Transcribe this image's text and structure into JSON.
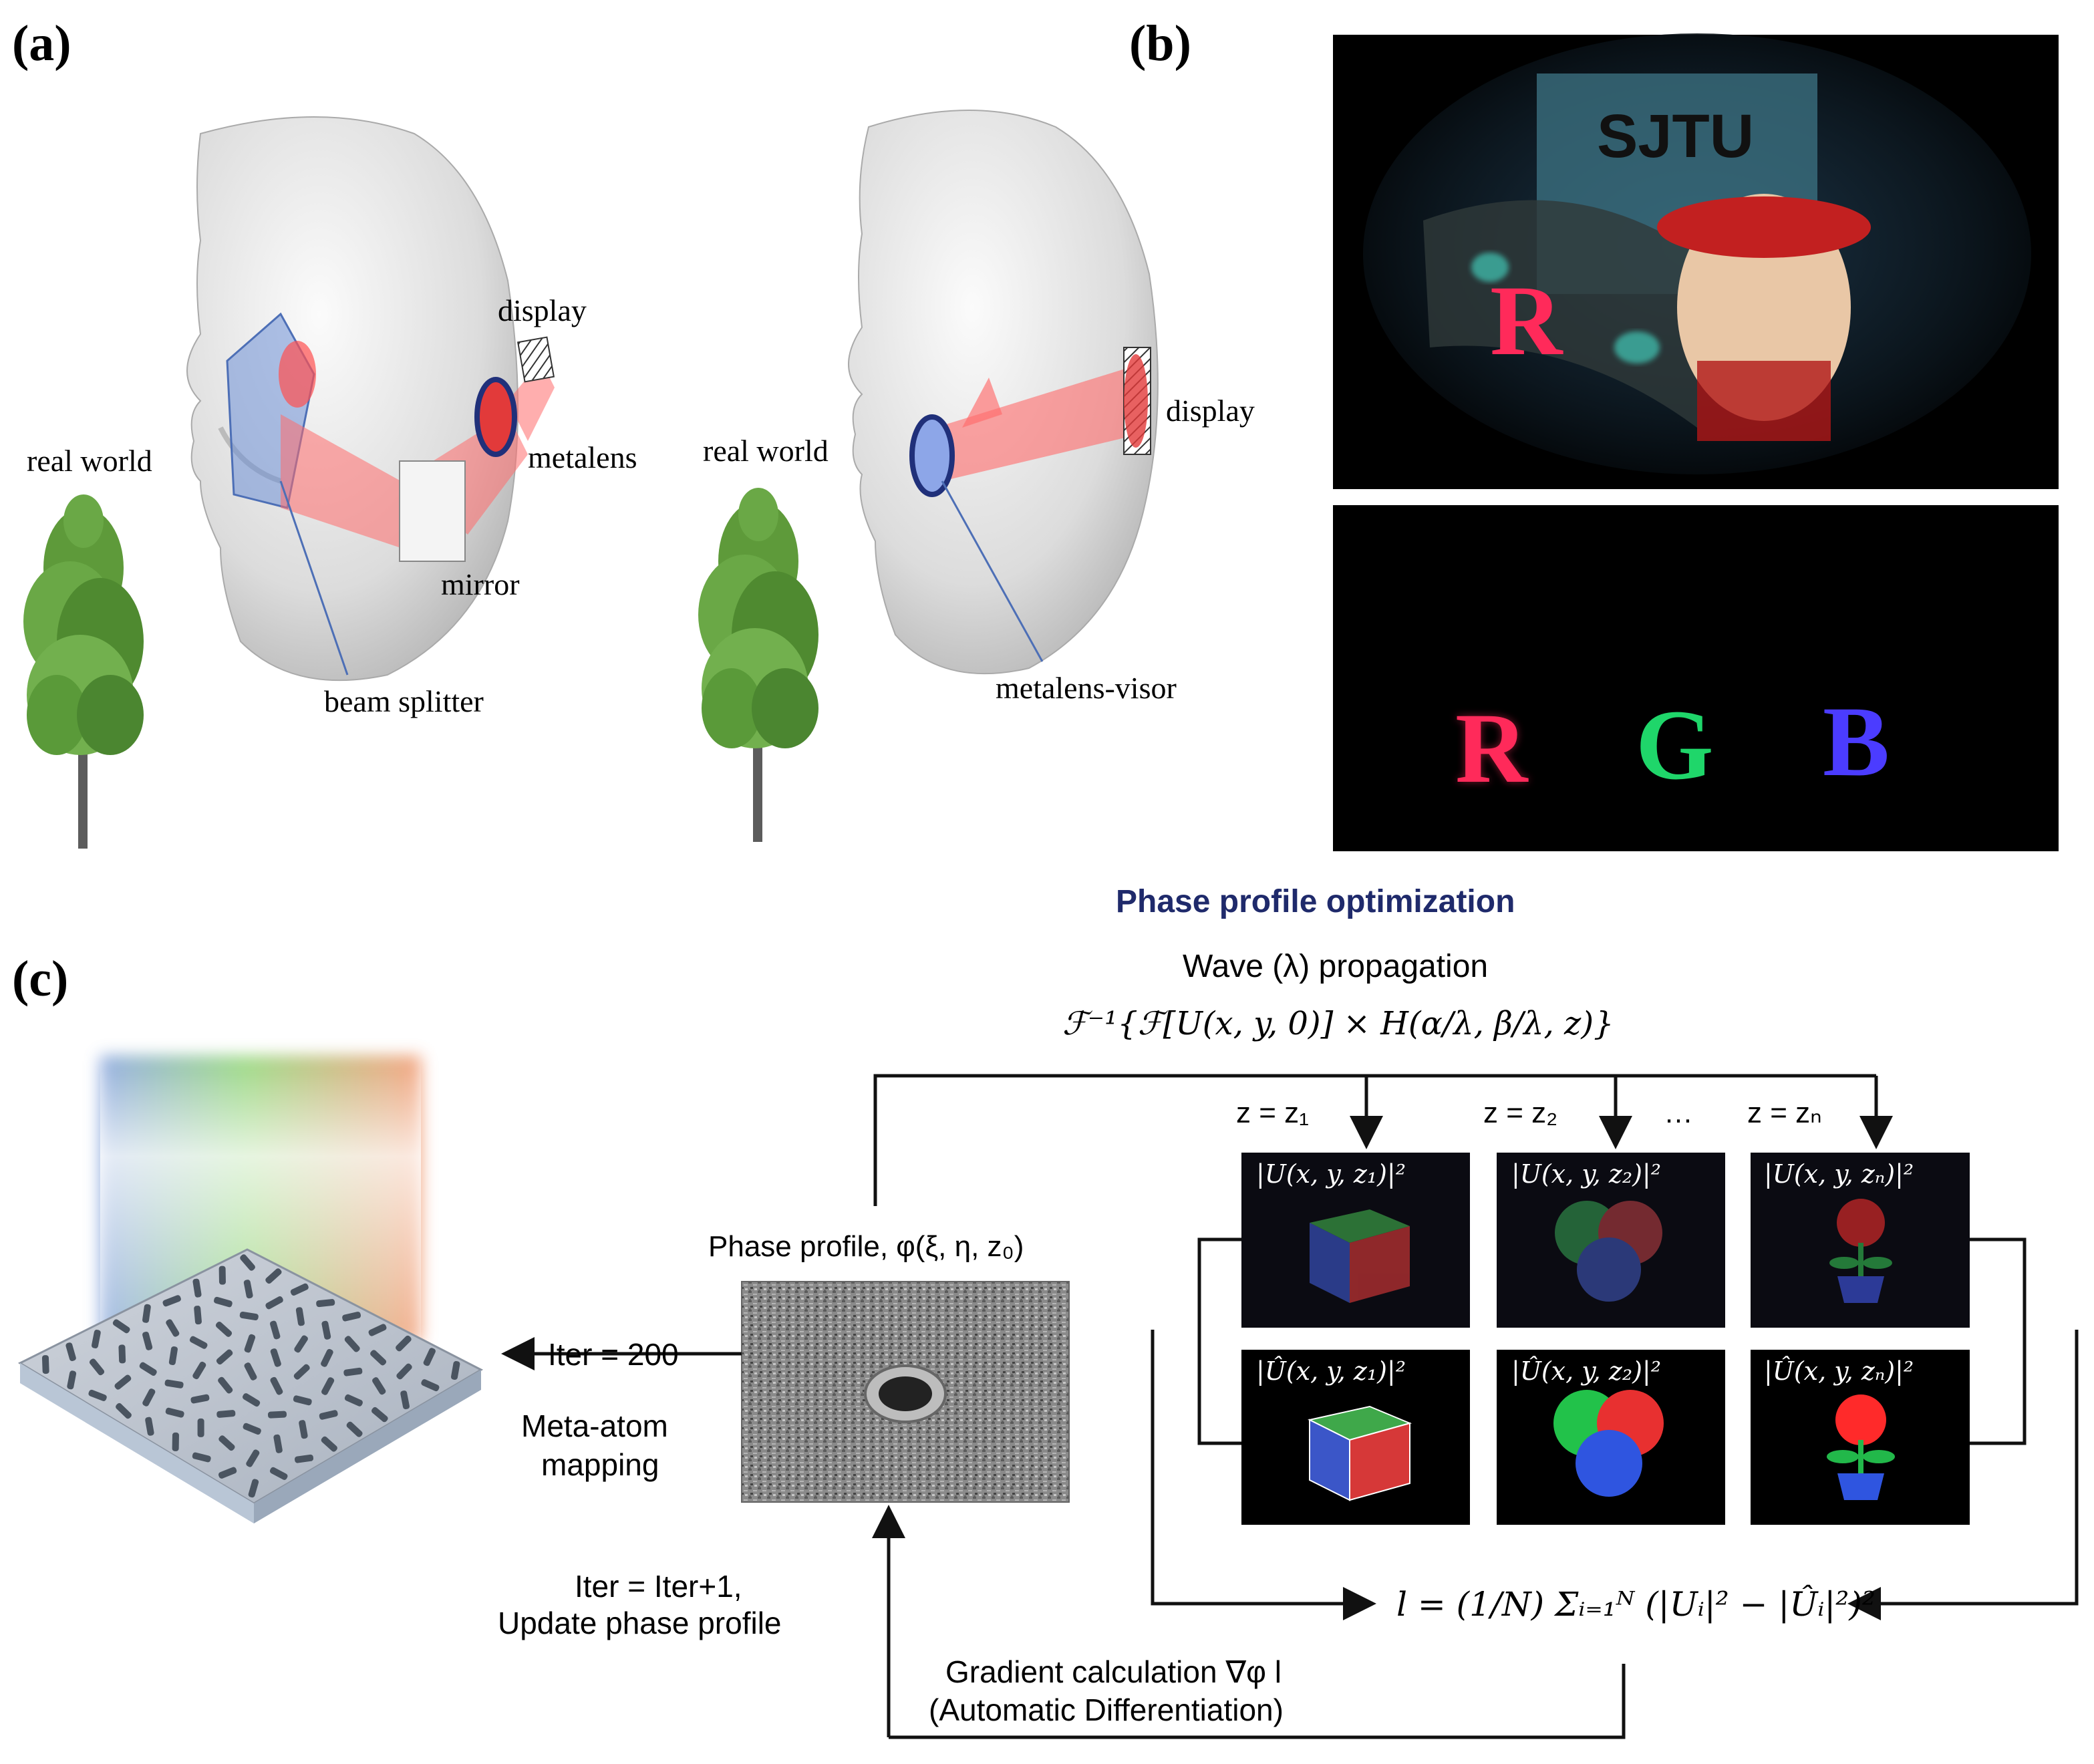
{
  "panels": {
    "a": "(a)",
    "b": "(b)",
    "c": "(c)"
  },
  "panel_a": {
    "left": {
      "real_world": "real world",
      "display": "display",
      "metalens": "metalens",
      "mirror": "mirror",
      "beam_splitter": "beam splitter"
    },
    "right": {
      "real_world": "real world",
      "display": "display",
      "metalens_visor": "metalens-visor"
    }
  },
  "panel_b": {
    "top_sign": "SJTU",
    "top_letter": "R",
    "bottom_letters": [
      "R",
      "G",
      "B"
    ],
    "colors": {
      "red": "#ff2a5a",
      "green": "#1fd66a",
      "blue": "#4b3cff"
    }
  },
  "panel_c": {
    "title": "Phase profile optimization",
    "wave_label": "Wave (λ) propagation",
    "wave_formula": "ℱ⁻¹{ℱ[U(x, y, 0)] × H(α/λ, β/λ, z)}",
    "planes": [
      "z = z₁",
      "z = z₂",
      "…",
      "z = zₙ"
    ],
    "top_row_labels": [
      "|U(x, y, z₁)|²",
      "|U(x, y, z₂)|²",
      "|U(x, y, zₙ)|²"
    ],
    "bottom_row_labels": [
      "|Û(x, y, z₁)|²",
      "|Û(x, y, z₂)|²",
      "|Û(x, y, zₙ)|²"
    ],
    "phase_profile": "Phase profile, φ(ξ, η, z₀)",
    "iter_200": "Iter = 200",
    "meta_atom_mapping_1": "Meta-atom",
    "meta_atom_mapping_2": "mapping",
    "iter_update_1": "Iter = Iter+1,",
    "iter_update_2": "Update phase profile",
    "loss_formula": "l = (1/N) Σᵢ₌₁ᴺ (|Uᵢ|² − |Ûᵢ|²)²",
    "gradient_1": "Gradient calculation ∇φ l",
    "gradient_2": "(Automatic Differentiation)",
    "accent_title_color": "#1f2a6b"
  }
}
